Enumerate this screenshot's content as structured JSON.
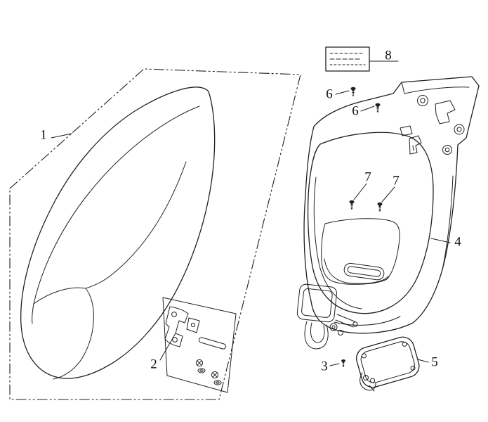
{
  "diagram": {
    "background_color": "#ffffff",
    "line_color": "#1f1f1f",
    "callouts": [
      {
        "label": "1",
        "points_to": "seat"
      },
      {
        "label": "2",
        "points_to": "seat-latch-kit"
      },
      {
        "label": "3",
        "points_to": "small-screw"
      },
      {
        "label": "4",
        "points_to": "storage-box"
      },
      {
        "label": "5",
        "points_to": "access-lid"
      },
      {
        "label": "6",
        "points_to": "flange-screw-left"
      },
      {
        "label": "6",
        "points_to": "flange-screw-right"
      },
      {
        "label": "7",
        "points_to": "inner-screw-left"
      },
      {
        "label": "7",
        "points_to": "inner-screw-right"
      },
      {
        "label": "8",
        "points_to": "warning-label"
      }
    ]
  }
}
